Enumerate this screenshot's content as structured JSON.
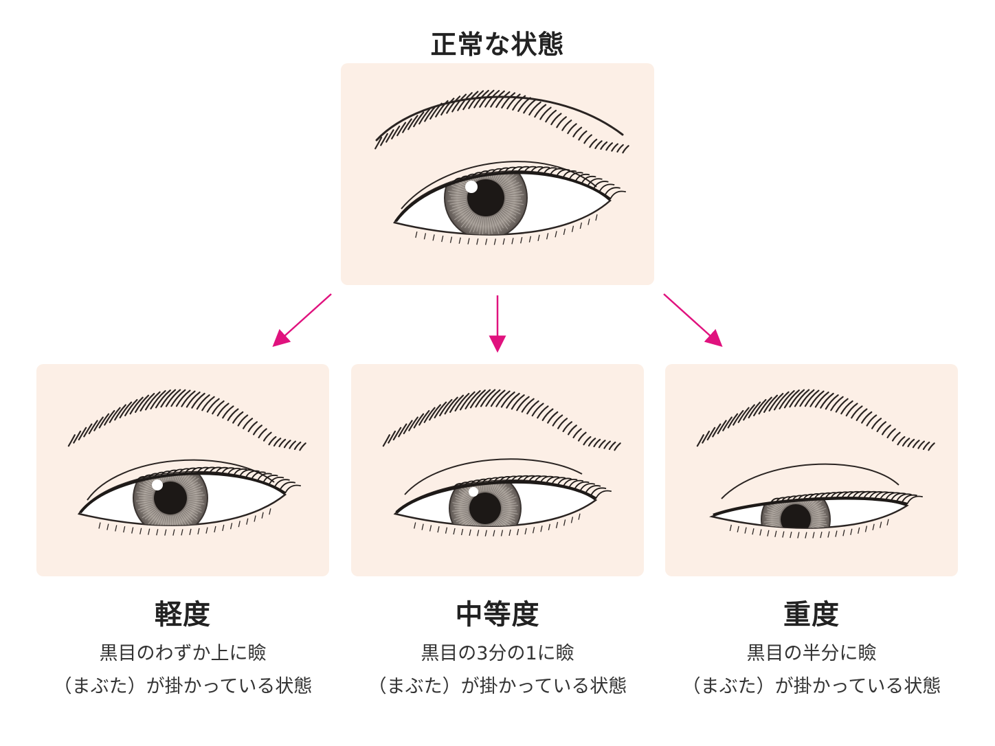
{
  "normal": {
    "title": "正常な状態"
  },
  "levels": [
    {
      "title": "軽度",
      "desc_line1": "黒目のわずか上に瞼",
      "desc_line2": "（まぶた）が掛かっている状態"
    },
    {
      "title": "中等度",
      "desc_line1": "黒目の3分の1に瞼",
      "desc_line2": "（まぶた）が掛かっている状態"
    },
    {
      "title": "重度",
      "desc_line1": "黒目の半分に瞼",
      "desc_line2": "（まぶた）が掛かっている状態"
    }
  ],
  "colors": {
    "panel_bg": "#fcefe6",
    "arrow": "#e0127e",
    "line": "#2a2422",
    "iris": "#8e8781"
  }
}
